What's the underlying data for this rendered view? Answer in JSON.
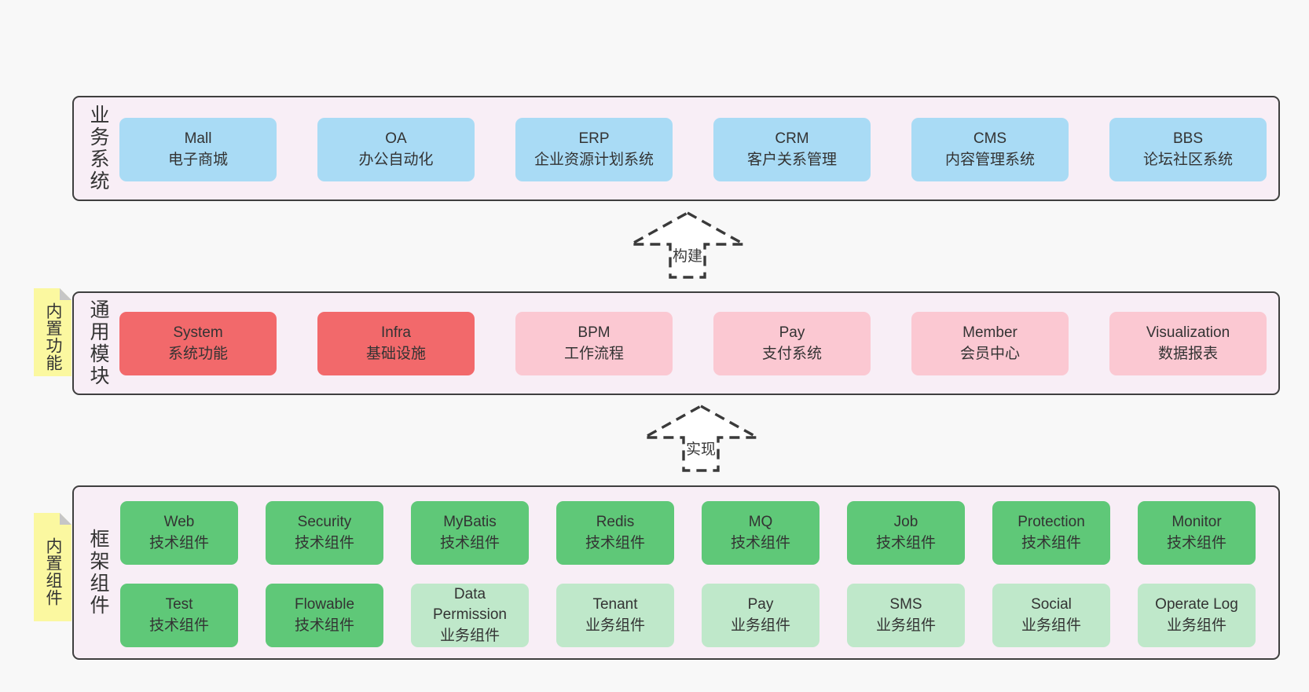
{
  "colors": {
    "page_bg": "#f8f8f8",
    "panel_bg": "#f8eef6",
    "panel_border": "#3f3f3f",
    "box_blue": "#a9dbf5",
    "box_red": "#f2696b",
    "box_pink": "#fbc8d2",
    "box_green_dark": "#5fc878",
    "box_green_light": "#bfe8ca",
    "note_yellow": "#fbf8a0",
    "text": "#333333"
  },
  "arrows": [
    {
      "label": "构建"
    },
    {
      "label": "实现"
    }
  ],
  "sections": [
    {
      "label": "业务系统",
      "boxes": [
        {
          "en": "Mall",
          "zh": "电子商城",
          "type": "blue"
        },
        {
          "en": "OA",
          "zh": "办公自动化",
          "type": "blue"
        },
        {
          "en": "ERP",
          "zh": "企业资源计划系统",
          "type": "blue"
        },
        {
          "en": "CRM",
          "zh": "客户关系管理",
          "type": "blue"
        },
        {
          "en": "CMS",
          "zh": "内容管理系统",
          "type": "blue"
        },
        {
          "en": "BBS",
          "zh": "论坛社区系统",
          "type": "blue"
        }
      ]
    },
    {
      "label": "通用模块",
      "note": "内置功能",
      "boxes": [
        {
          "en": "System",
          "zh": "系统功能",
          "type": "red"
        },
        {
          "en": "Infra",
          "zh": "基础设施",
          "type": "red"
        },
        {
          "en": "BPM",
          "zh": "工作流程",
          "type": "pink"
        },
        {
          "en": "Pay",
          "zh": "支付系统",
          "type": "pink"
        },
        {
          "en": "Member",
          "zh": "会员中心",
          "type": "pink"
        },
        {
          "en": "Visualization",
          "zh": "数据报表",
          "type": "pink"
        }
      ]
    },
    {
      "label": "框架组件",
      "note": "内置组件",
      "rows": [
        [
          {
            "en": "Web",
            "zh": "技术组件",
            "type": "green-dark"
          },
          {
            "en": "Security",
            "zh": "技术组件",
            "type": "green-dark"
          },
          {
            "en": "MyBatis",
            "zh": "技术组件",
            "type": "green-dark"
          },
          {
            "en": "Redis",
            "zh": "技术组件",
            "type": "green-dark"
          },
          {
            "en": "MQ",
            "zh": "技术组件",
            "type": "green-dark"
          },
          {
            "en": "Job",
            "zh": "技术组件",
            "type": "green-dark"
          },
          {
            "en": "Protection",
            "zh": "技术组件",
            "type": "green-dark"
          },
          {
            "en": "Monitor",
            "zh": "技术组件",
            "type": "green-dark"
          }
        ],
        [
          {
            "en": "Test",
            "zh": "技术组件",
            "type": "green-dark"
          },
          {
            "en": "Flowable",
            "zh": "技术组件",
            "type": "green-dark"
          },
          {
            "en": "Data Permission",
            "zh": "业务组件",
            "type": "green-light"
          },
          {
            "en": "Tenant",
            "zh": "业务组件",
            "type": "green-light"
          },
          {
            "en": "Pay",
            "zh": "业务组件",
            "type": "green-light"
          },
          {
            "en": "SMS",
            "zh": "业务组件",
            "type": "green-light"
          },
          {
            "en": "Social",
            "zh": "业务组件",
            "type": "green-light"
          },
          {
            "en": "Operate Log",
            "zh": "业务组件",
            "type": "green-light"
          }
        ]
      ]
    }
  ]
}
